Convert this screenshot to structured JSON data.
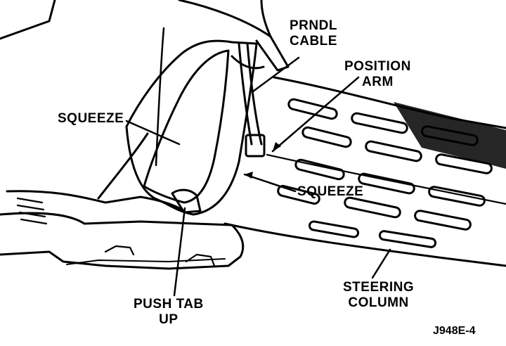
{
  "colors": {
    "ink": "#000000",
    "paper": "#ffffff"
  },
  "labels": {
    "prndl_cable": [
      "PRNDL",
      "CABLE"
    ],
    "position_arm": [
      "POSITION",
      "ARM"
    ],
    "squeeze_left": "SQUEEZE",
    "squeeze_right": "SQUEEZE",
    "push_tab_up": [
      "PUSH TAB",
      "UP"
    ],
    "steering_column": [
      "STEERING",
      "COLUMN"
    ]
  },
  "figure_id": "J948E-4"
}
